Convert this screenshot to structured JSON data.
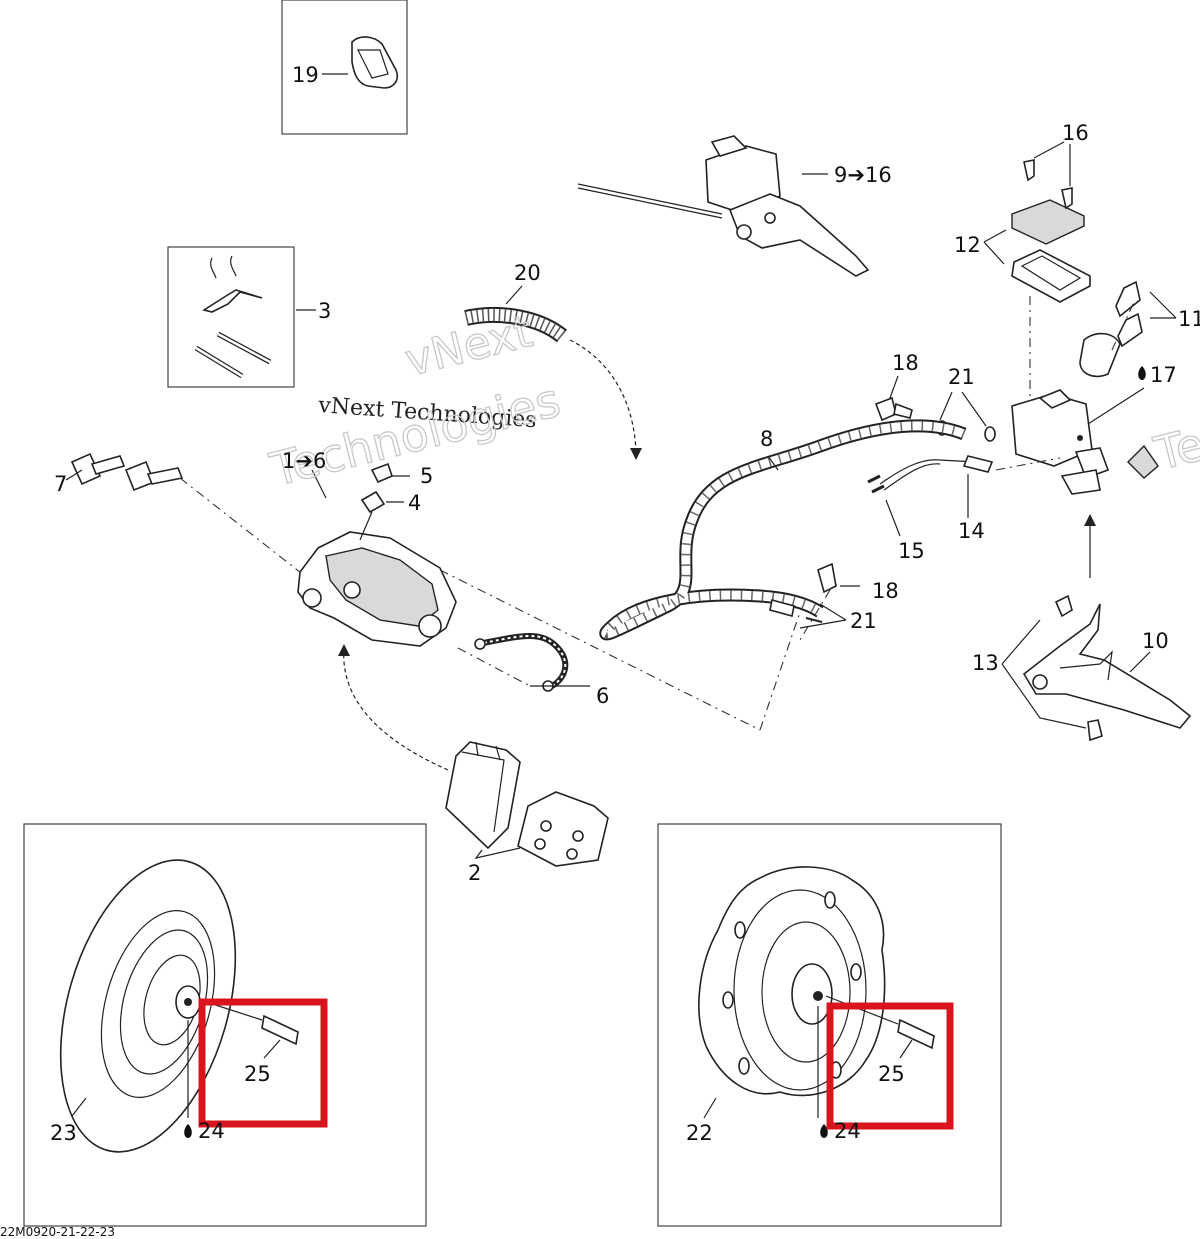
{
  "watermark": {
    "line1": "vNext",
    "line2": "vNext Technologies",
    "line3": "Technologies",
    "edge": "Te"
  },
  "labels": {
    "p19": "19",
    "p3": "3",
    "p7": "7",
    "p1_6": "1➔6",
    "p5": "5",
    "p4": "4",
    "p6": "6",
    "p2": "2",
    "p20": "20",
    "p9_16": "9➔16",
    "p16": "16",
    "p12": "12",
    "p11": "11",
    "p17": "17",
    "p18a": "18",
    "p21a": "21",
    "p8": "8",
    "p15": "15",
    "p14": "14",
    "p18b": "18",
    "p21b": "21",
    "p13": "13",
    "p10": "10",
    "p25a": "25",
    "p23": "23",
    "p24a": "24",
    "p25b": "25",
    "p22": "22",
    "p24b": "24"
  },
  "footer": {
    "code": "22M0920-21-22-23"
  },
  "colors": {
    "highlight": "#d9141e",
    "line": "#222222",
    "watermark": "#c8c8c8"
  }
}
